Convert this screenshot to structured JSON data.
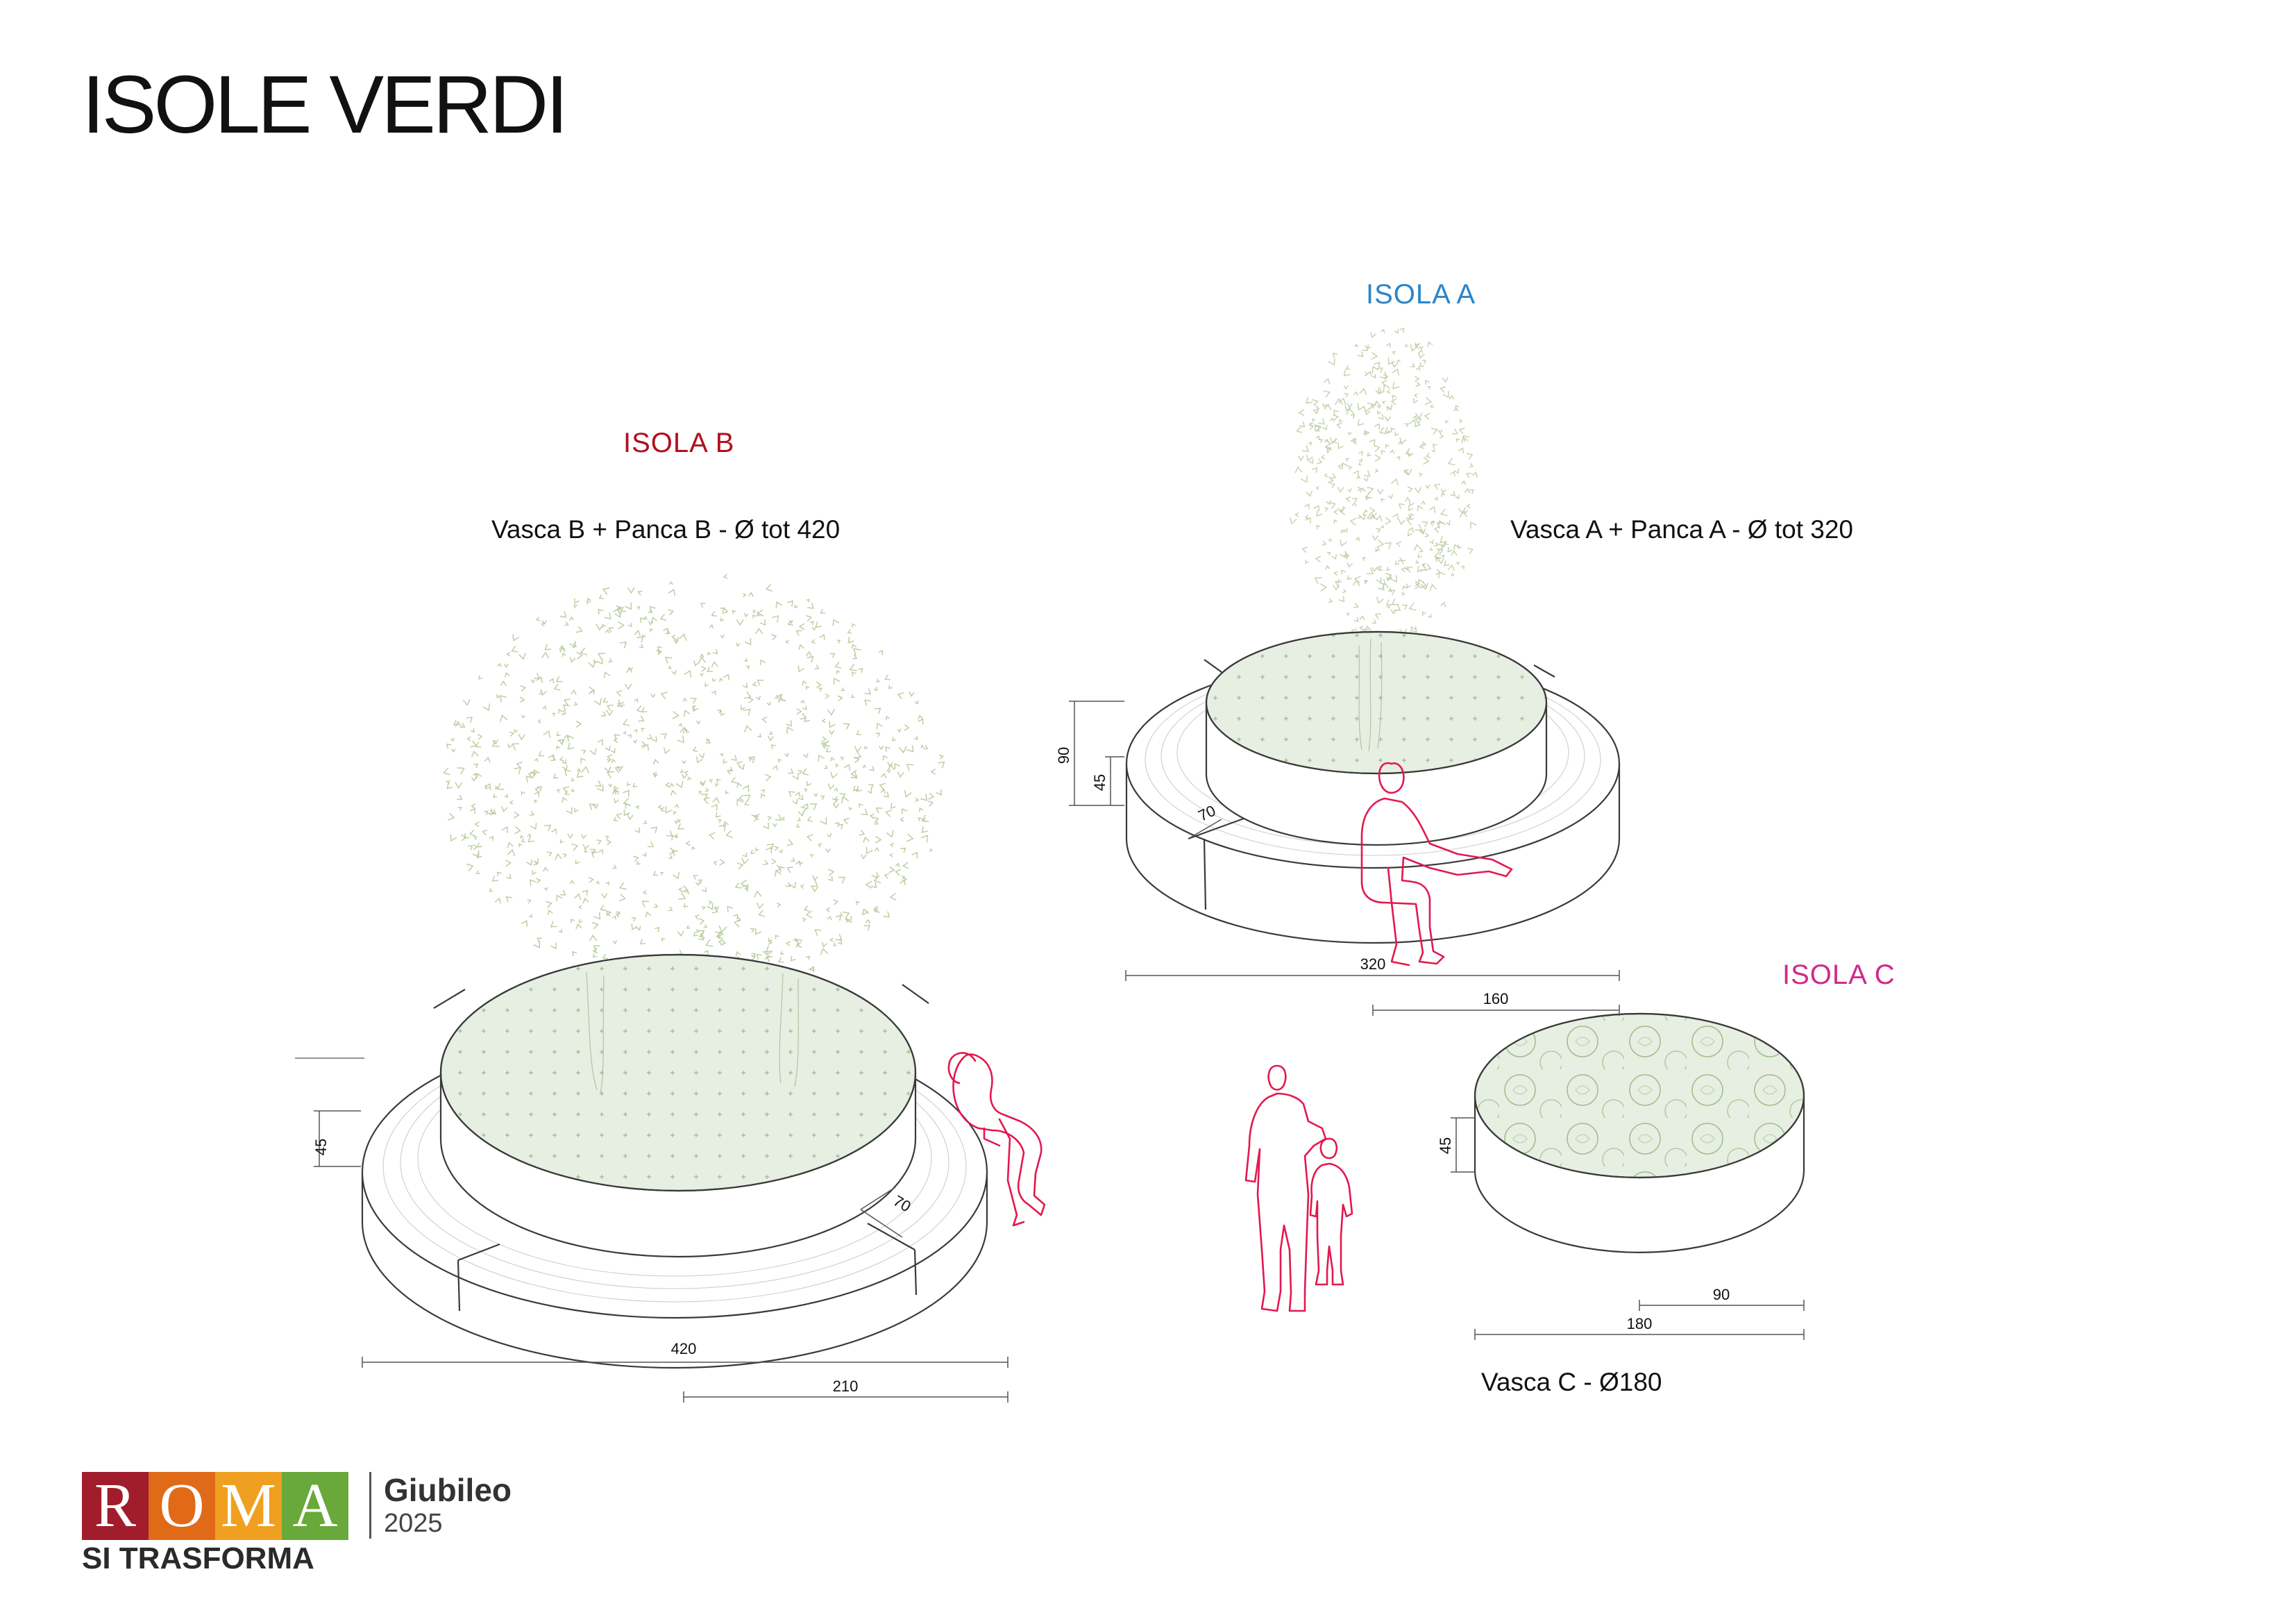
{
  "title": "ISOLE VERDI",
  "islands": {
    "a": {
      "label": "ISOLA A",
      "color": "#2b86c8",
      "spec": "Vasca A + Panca A - Ø tot 320",
      "dims": {
        "height_total": "90",
        "height_seat": "45",
        "seat_depth": "70",
        "diameter": "320",
        "radius": "160"
      }
    },
    "b": {
      "label": "ISOLA B",
      "color": "#b01020",
      "spec": "Vasca B + Panca B - Ø tot 420",
      "dims": {
        "height_seat": "45",
        "seat_depth": "70",
        "diameter": "420",
        "radius": "210"
      }
    },
    "c": {
      "label": "ISOLA C",
      "color": "#d02a8a",
      "spec": "Vasca C - Ø180",
      "dims": {
        "height": "45",
        "radius": "90",
        "diameter": "180"
      }
    }
  },
  "colors": {
    "planting_fill": "#e6efe2",
    "foliage": "#a8bf8c",
    "figure_outline": "#e3184f",
    "line": "#3a3a3a"
  },
  "logo": {
    "letters": [
      "R",
      "O",
      "M",
      "A"
    ],
    "letter_colors": [
      "#a11d2c",
      "#e06a18",
      "#f0a020",
      "#69a83a"
    ],
    "subtitle": "SI TRASFORMA",
    "event": "Giubileo",
    "year": "2025"
  }
}
